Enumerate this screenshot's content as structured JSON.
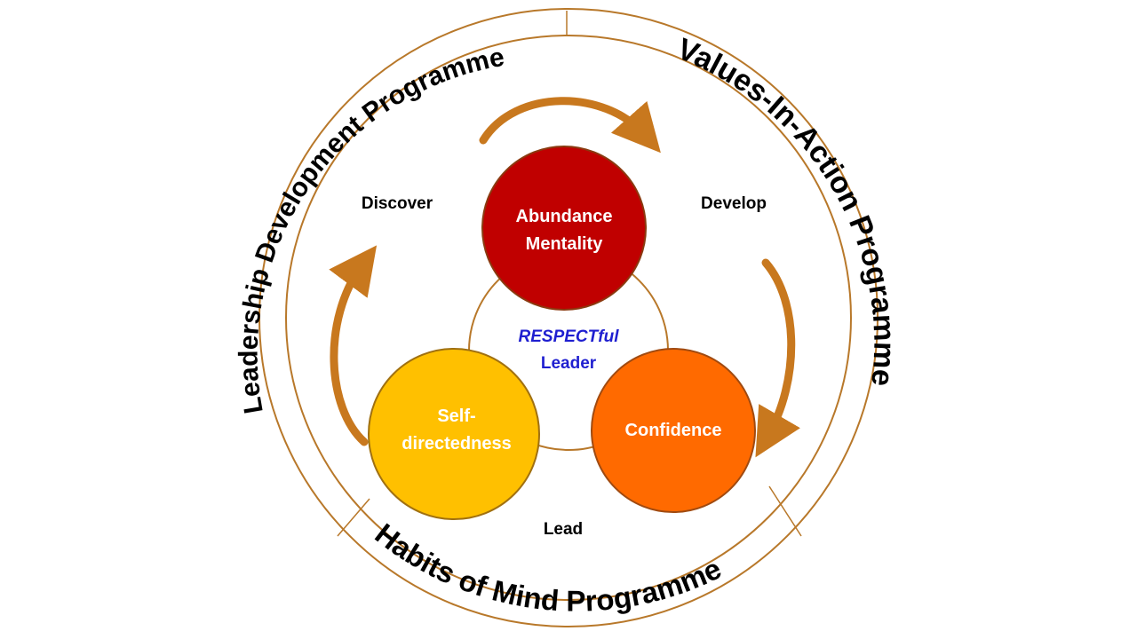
{
  "ring_labels": {
    "leadership": "Leadership Development Programme",
    "values": "Values-In-Action Programme",
    "habits": "Habits of Mind Programme"
  },
  "stages": {
    "discover": "Discover",
    "develop": "Develop",
    "lead": "Lead"
  },
  "circles": {
    "abundance_line1": "Abundance",
    "abundance_line2": "Mentality",
    "confidence": "Confidence",
    "self_line1": "Self-",
    "self_line2": "directedness"
  },
  "center": {
    "line1": "RESPECTful",
    "line2": "Leader"
  },
  "colors": {
    "ring_stroke": "#b8782a",
    "arrow": "#c8781e",
    "abundance": "#c00000",
    "confidence": "#ff6a00",
    "self": "#ffc000",
    "center_text": "#1f1fd0"
  }
}
